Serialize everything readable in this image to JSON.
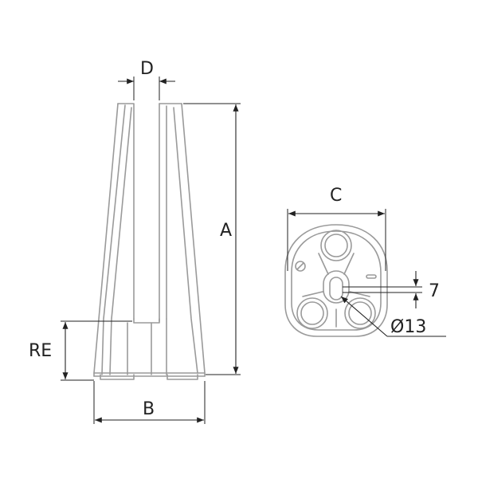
{
  "labels": {
    "d": "D",
    "a": "A",
    "re": "RE",
    "b": "B",
    "c": "C",
    "seven": "7",
    "dia13": "Ø13"
  },
  "colors": {
    "part_stroke": "#9a9a9a",
    "dimension_stroke": "#222222",
    "background": "#ffffff"
  }
}
